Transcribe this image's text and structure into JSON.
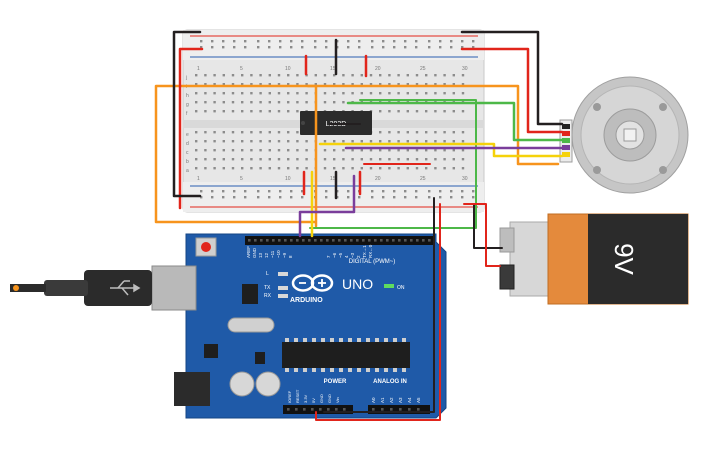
{
  "breadboard": {
    "col_numbers": [
      "1",
      "5",
      "10",
      "15",
      "20",
      "25",
      "30"
    ],
    "row_letters_top": [
      "j",
      "i",
      "h",
      "g",
      "f"
    ],
    "row_letters_bottom": [
      "e",
      "d",
      "c",
      "b",
      "a"
    ]
  },
  "ic": {
    "label": "L293D"
  },
  "arduino": {
    "logo_text": "ARDUINO",
    "model": "UNO",
    "on_label": "ON",
    "digital_label": "DIGITAL (PWM~)",
    "power_label": "POWER",
    "analog_label": "ANALOG IN",
    "led_l": "L",
    "led_tx": "TX",
    "led_rx": "RX",
    "digital_pins": [
      "AREF",
      "GND",
      "13",
      "12",
      "~11",
      "~10",
      "~9",
      "8",
      "7",
      "~6",
      "~5",
      "4",
      "~3",
      "2",
      "TX→1",
      "RX←0"
    ],
    "power_pins": [
      "IOREF",
      "RESET",
      "3.3V",
      "5V",
      "GND",
      "GND",
      "Vin"
    ],
    "analog_pins": [
      "A0",
      "A1",
      "A2",
      "A3",
      "A4",
      "A5"
    ]
  },
  "battery": {
    "label": "9V"
  },
  "colors": {
    "wire_red": "#e1251b",
    "wire_black": "#231f20",
    "wire_orange": "#f7941d",
    "wire_yellow": "#f5d20a",
    "wire_purple": "#7a3d9b",
    "wire_green": "#4db848",
    "arduino_blue": "#1f5aa8",
    "battery_orange": "#e48a3c"
  }
}
